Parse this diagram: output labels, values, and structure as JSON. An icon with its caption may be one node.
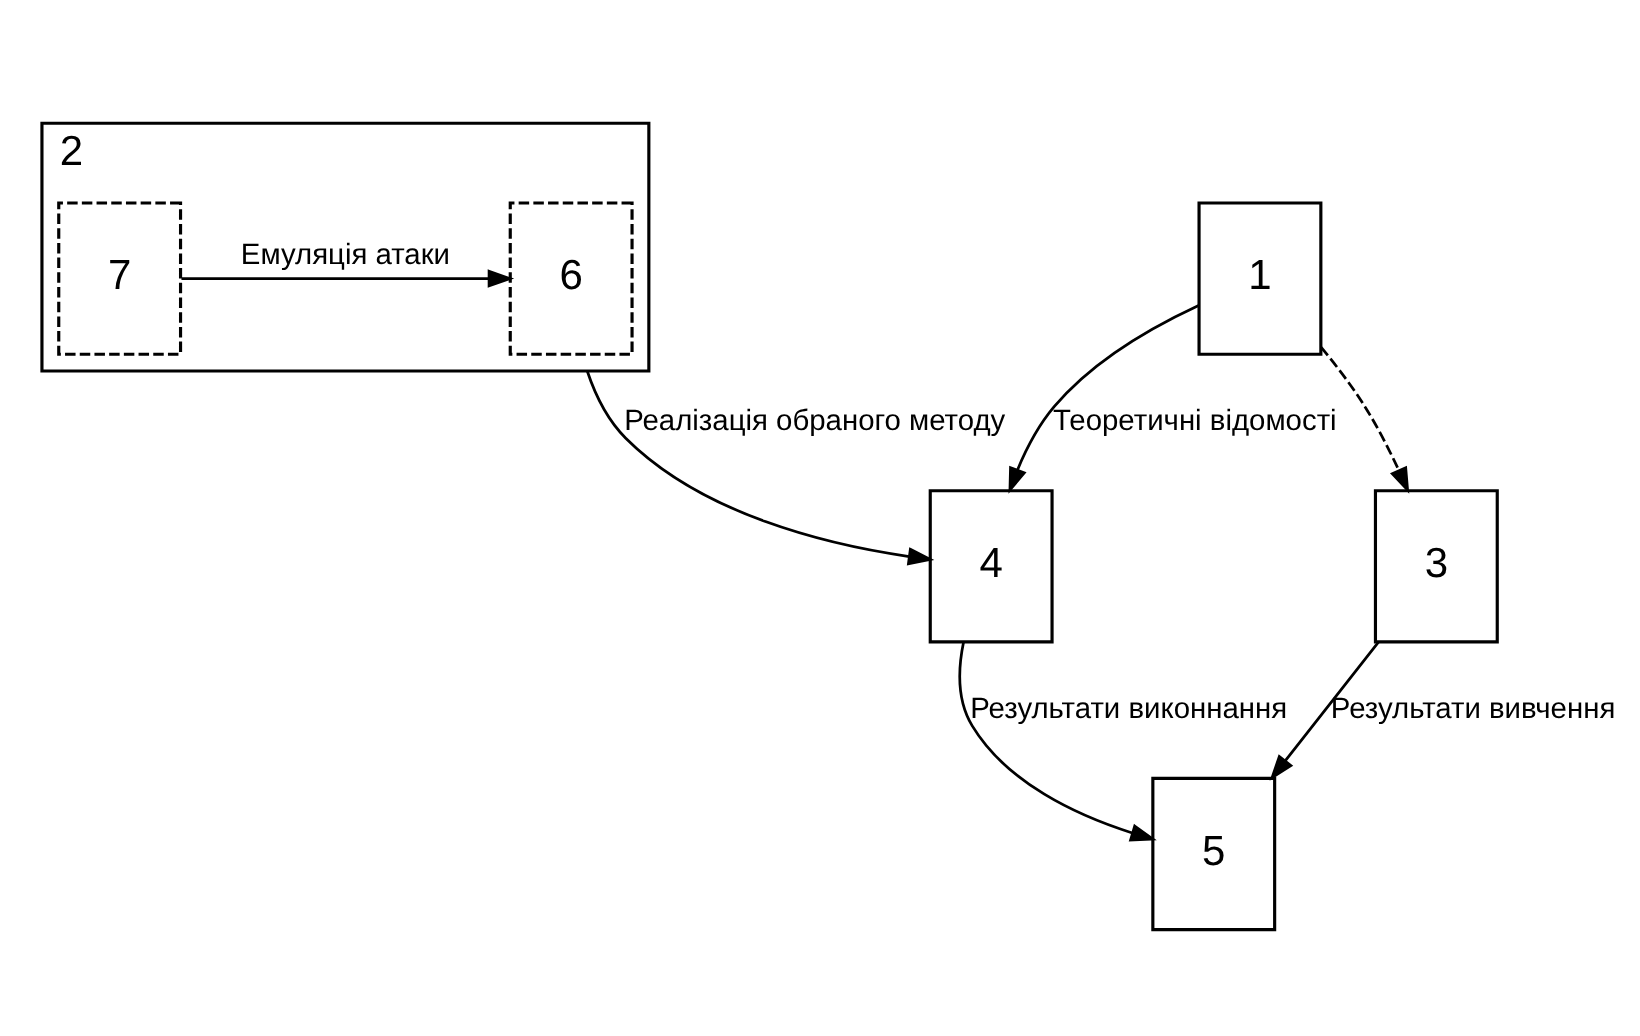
{
  "diagram": {
    "nodes": [
      {
        "text": [
          "2"
        ]
      },
      {
        "text": [
          "6"
        ],
        "in": 0
      },
      {
        "text": [
          "7"
        ],
        "in": 0
      },
      {
        "text": [
          "1"
        ]
      },
      {
        "text": [
          "3"
        ]
      },
      {
        "text": [
          "4"
        ]
      },
      {
        "text": [
          "5"
        ]
      }
    ],
    "edges": [
      {
        "from": 2,
        "to": 1,
        "arrow": "to",
        "label": "Емуляція атаки"
      },
      {
        "from": 0,
        "to": 5,
        "arrow": "to",
        "label": "Реалізація обраного методу"
      },
      {
        "from": 3,
        "to": 5,
        "arrow": "to",
        "label": "Теоретичні відомості"
      },
      {
        "from": 5,
        "to": 6,
        "arrow": "to",
        "label": "Результати виконнання"
      },
      {
        "from": 4,
        "to": 6,
        "arrow": "to",
        "label": "Результати вивчення"
      },
      {
        "from": 3,
        "to": 4,
        "arrow": "to",
        "style": "dashed"
      }
    ]
  }
}
